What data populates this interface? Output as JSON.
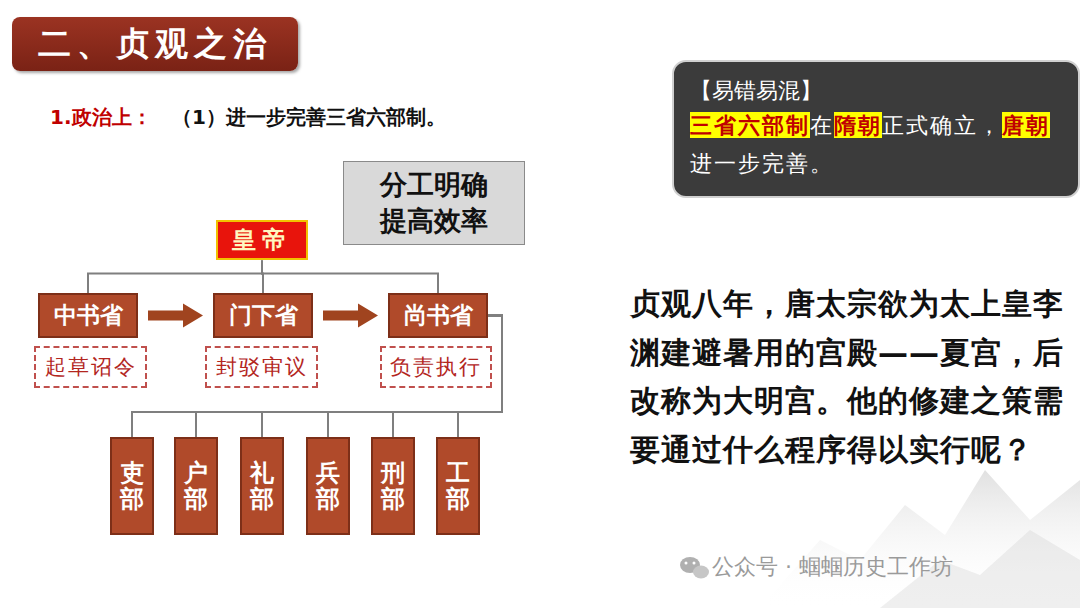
{
  "diagram": {
    "title": "二、贞观之治",
    "nodes": [
      {
        "text": [
          "分工明确 提高效率"
        ]
      },
      {
        "text": [
          "皇帝"
        ]
      },
      {
        "text": [
          "中书省"
        ]
      },
      {
        "text": [
          "门下省"
        ]
      },
      {
        "text": [
          "尚书省"
        ]
      },
      {
        "text": [
          "起草诏令"
        ]
      },
      {
        "text": [
          "封驳审议"
        ]
      },
      {
        "text": [
          "负责执行"
        ]
      },
      {
        "text": [
          "吏部"
        ]
      },
      {
        "text": [
          "户部"
        ]
      },
      {
        "text": [
          "礼部"
        ]
      },
      {
        "text": [
          "兵部"
        ]
      },
      {
        "text": [
          "刑部"
        ]
      },
      {
        "text": [
          "工部"
        ]
      },
      {
        "text": [
          "【易错易混】",
          "三省六部制在隋朝正式确立，唐朝进一步完善。"
        ]
      }
    ],
    "edges": [
      {
        "from": 1,
        "to": 2,
        "arrow": "none"
      },
      {
        "from": 1,
        "to": 3,
        "arrow": "none"
      },
      {
        "from": 1,
        "to": 4,
        "arrow": "none"
      },
      {
        "from": 2,
        "to": 3,
        "arrow": "to"
      },
      {
        "from": 3,
        "to": 4,
        "arrow": "to"
      },
      {
        "from": 4,
        "to": 8,
        "arrow": "none"
      },
      {
        "from": 4,
        "to": 9,
        "arrow": "none"
      },
      {
        "from": 4,
        "to": 10,
        "arrow": "none"
      },
      {
        "from": 4,
        "to": 11,
        "arrow": "none"
      },
      {
        "from": 4,
        "to": 12,
        "arrow": "none"
      },
      {
        "from": 4,
        "to": 13,
        "arrow": "none"
      }
    ],
    "labels": [
      "1.政治上：",
      "（1）进一步完善三省六部制。",
      "贞观八年，唐太宗欲为太上皇李渊建避暑用的宫殿——夏宫，后改称为大明宫。他的修建之策需要通过什么程序得以实行呢？",
      "公众号 · 蝈蝈历史工作坊"
    ]
  }
}
